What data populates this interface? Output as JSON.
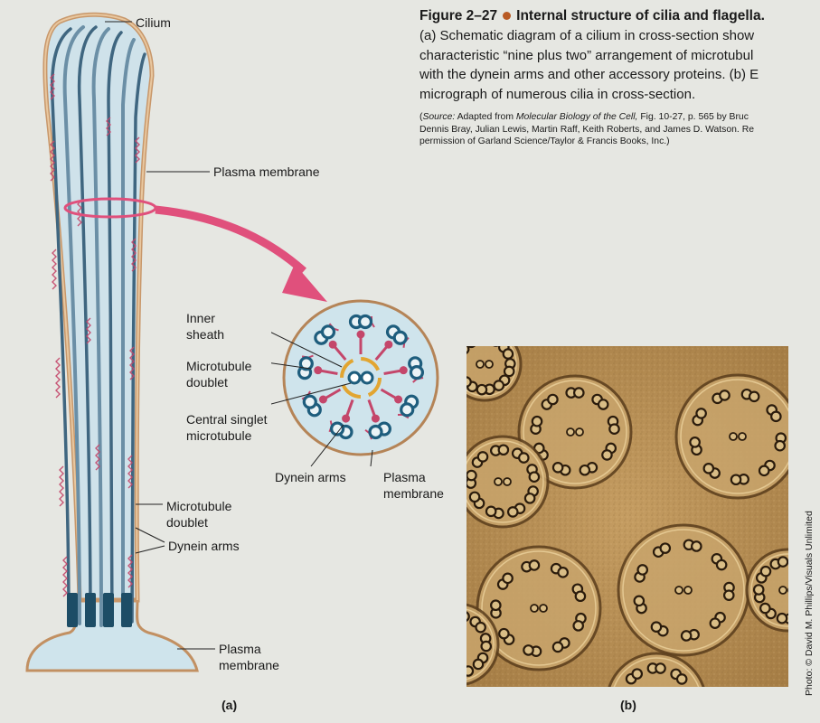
{
  "caption": {
    "figure_number": "Figure 2–27",
    "title": "Internal structure of cilia and flagella.",
    "body_lines": [
      "(a) Schematic diagram of a cilium in cross-section show",
      "characteristic “nine plus two” arrangement of microtubul",
      "with the dynein arms and other accessory proteins. (b) E",
      "micrograph of numerous cilia in cross-section."
    ],
    "source_prefix": "(",
    "source_label": "Source:",
    "source_mid": " Adapted from ",
    "source_book": "Molecular Biology of the Cell,",
    "source_rest1": " Fig. 10-27, p. 565 by Bruc",
    "source_line2": "Dennis Bray, Julian Lewis, Martin Raff, Keith Roberts, and James D. Watson. Re",
    "source_line3": "permission of Garland Science/Taylor & Francis Books, Inc.)"
  },
  "labels": {
    "cilium": "Cilium",
    "plasma_membrane_top": "Plasma membrane",
    "microtubule_doublet_1": "Microtubule",
    "microtubule_doublet_2": "doublet",
    "dynein_arms": "Dynein arms",
    "plasma_membrane_base_1": "Plasma",
    "plasma_membrane_base_2": "membrane"
  },
  "cross_section_labels": {
    "inner_sheath_1": "Inner",
    "inner_sheath_2": "sheath",
    "microtubule_doublet_1": "Microtubule",
    "microtubule_doublet_2": "doublet",
    "central_singlet_1": "Central singlet",
    "central_singlet_2": "microtubule",
    "dynein_arms": "Dynein arms",
    "plasma_membrane_1": "Plasma",
    "plasma_membrane_2": "membrane"
  },
  "panels": {
    "a": "(a)",
    "b": "(b)"
  },
  "photo_credit": "Photo: © David M. Phillips/Visuals Unlimited",
  "colors": {
    "background": "#e6e7e2",
    "membrane": "#d9b58a",
    "cilium_fill": "#c7dde6",
    "microtubule": "#4a6f8a",
    "dynein": "#c4466a",
    "arrow": "#e0507c",
    "doublet_ring": "#1e5d7d",
    "inner_sheath": "#e2a531",
    "micrograph": "#b58d54"
  }
}
